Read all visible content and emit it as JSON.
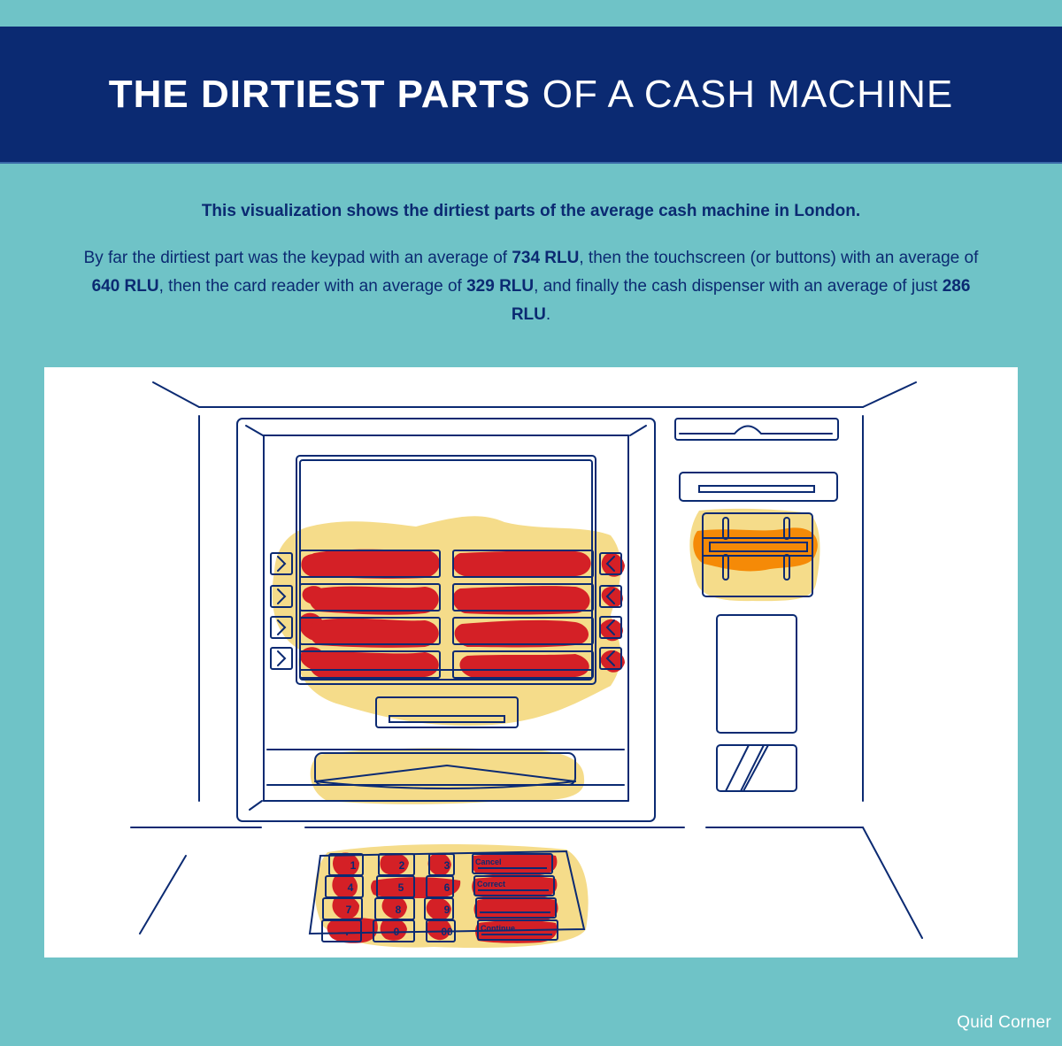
{
  "header": {
    "title_bold": "THE DIRTIEST PARTS",
    "title_light": "OF A CASH MACHINE"
  },
  "intro": "This visualization shows the dirtiest parts of the average cash machine in London.",
  "description": {
    "p1": "By far the dirtiest part was the keypad with an average of ",
    "v1": "734 RLU",
    "p2": ", then the touchscreen (or buttons) with an average of ",
    "v2": "640 RLU",
    "p3": ", then the card reader with an average of ",
    "v3": "329 RLU",
    "p4": ", and finally the cash dispenser with an average of just ",
    "v4": "286 RLU",
    "p5": "."
  },
  "keypad": {
    "keys": [
      "1",
      "2",
      "3",
      "4",
      "5",
      "6",
      "7",
      "8",
      "9",
      ".",
      "0",
      "00"
    ],
    "function_keys": [
      "Cancel",
      "Correct",
      "",
      "Continue"
    ]
  },
  "brand": "Quid Corner",
  "colors": {
    "background": "#6fc3c7",
    "banner": "#0b2a72",
    "line": "#0b2a72",
    "hot": "#d42026",
    "warm": "#f58a07",
    "mild": "#f5dc8a"
  }
}
